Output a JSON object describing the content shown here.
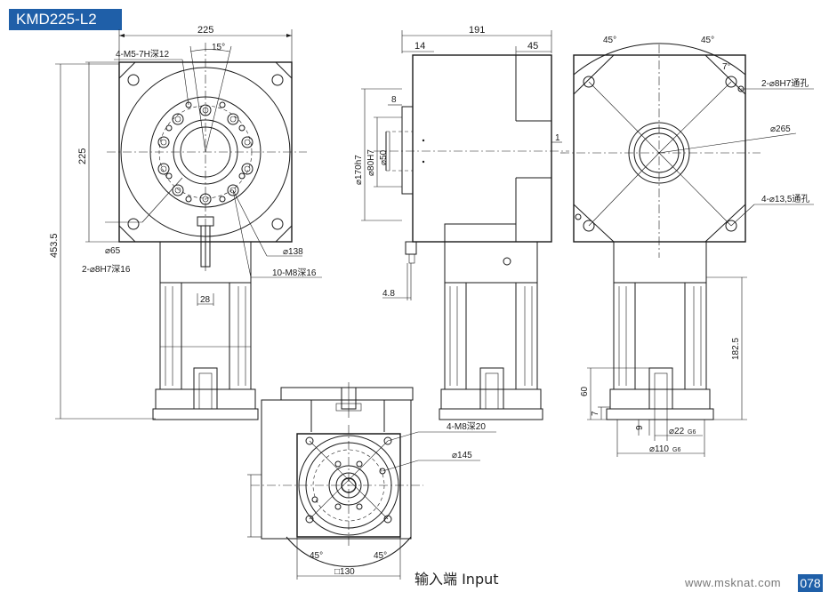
{
  "header": {
    "model": "KMD225-L2"
  },
  "footer": {
    "website": "www.msknat.com",
    "page_number": "078"
  },
  "caption": {
    "input_label": "输入端 Input"
  },
  "front_view": {
    "dim_width": "225",
    "dim_height": "225",
    "dim_total_length": "453.5",
    "dim_angle": "15°",
    "label_tapped_holes": "4-M5-7H深12",
    "label_pilot": "⌀65",
    "label_pin_holes": "2-⌀8H7深16",
    "label_pcd": "⌀138",
    "label_bolt_holes": "10-M8深16",
    "dim_key": "28"
  },
  "side_view": {
    "dim_length": "191",
    "dim_left": "14",
    "dim_right": "45",
    "dim_step": "8",
    "dim_flange_dia": "⌀170h7",
    "dim_hub_dia": "⌀80H7",
    "dim_bore_dia": "⌀50",
    "dim_marker": "1",
    "dim_offset": "4.8"
  },
  "back_view": {
    "dim_angle_left": "45°",
    "dim_angle_right": "45°",
    "dim_angle_small": "7°",
    "label_pin_holes": "2-⌀8H7通孔",
    "label_pcd": "⌀265",
    "label_through_holes": "4-⌀13,5通孔",
    "dim_motor_length": "182.5",
    "dim_60": "60",
    "dim_7": "7",
    "dim_9": "9",
    "dim_shaft": "⌀22",
    "tol_shaft": "G6",
    "dim_pilot": "⌀110",
    "tol_pilot": "G6"
  },
  "input_view": {
    "label_holes": "4-M8深20",
    "label_pcd": "⌀145",
    "dim_angle_left": "45°",
    "dim_angle_right": "45°",
    "dim_square": "□130"
  }
}
